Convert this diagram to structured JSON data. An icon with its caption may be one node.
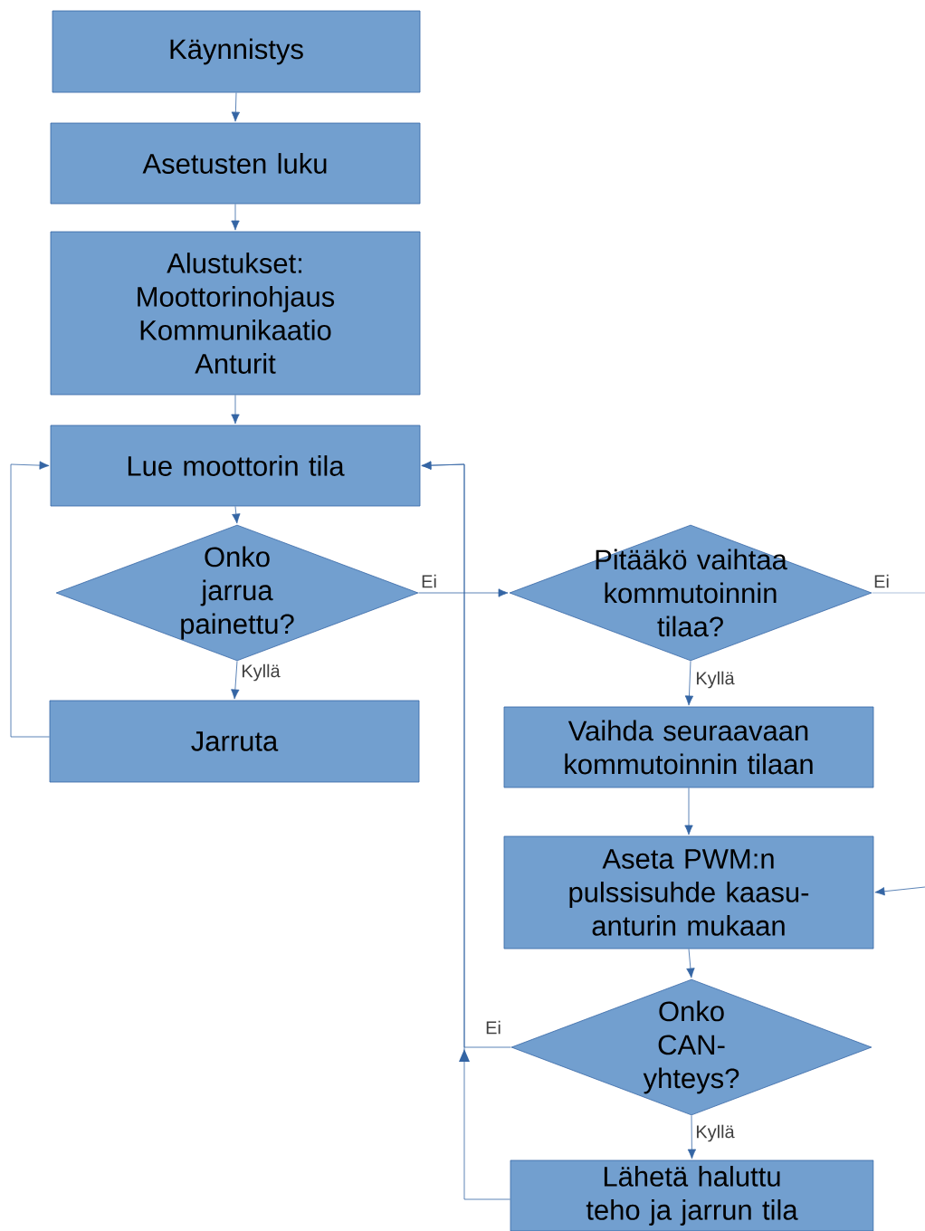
{
  "diagram": {
    "nodes": [
      {
        "text": [
          "Käynnistys"
        ]
      },
      {
        "text": [
          "Asetusten luku"
        ]
      },
      {
        "text": [
          "Alustukset: Moottorinohjaus Kommunikaatio Anturit"
        ]
      },
      {
        "text": [
          "Lue moottorin tila"
        ]
      },
      {
        "text": [
          "Onko jarrua painettu?"
        ]
      },
      {
        "text": [
          "Jarruta"
        ]
      },
      {
        "text": [
          "Pitääkö vaihtaa kommutoinnin tilaa?"
        ]
      },
      {
        "text": [
          "Vaihda seuraavaan kommutoinnin tilaan"
        ]
      },
      {
        "text": [
          "Aseta PWM:n pulssisuhde kaasu-anturin mukaan"
        ]
      },
      {
        "text": [
          "Onko CAN-yhteys?"
        ]
      },
      {
        "text": [
          "Lähetä haluttu teho ja jarrun tila"
        ]
      }
    ],
    "edges": [
      {
        "from": 0,
        "to": 1,
        "arrow": "to"
      },
      {
        "from": 1,
        "to": 2,
        "arrow": "to"
      },
      {
        "from": 2,
        "to": 3,
        "arrow": "to"
      },
      {
        "from": 3,
        "to": 4,
        "arrow": "to"
      },
      {
        "from": 4,
        "to": 5,
        "arrow": "to",
        "label": "Kyllä"
      },
      {
        "from": 5,
        "to": 3,
        "arrow": "to"
      },
      {
        "from": 4,
        "to": 6,
        "arrow": "to",
        "label": "Ei"
      },
      {
        "from": 6,
        "to": null,
        "arrow": "none",
        "label": "Ei"
      },
      {
        "from": 6,
        "to": 7,
        "arrow": "to",
        "label": "Kyllä"
      },
      {
        "from": 7,
        "to": 8,
        "arrow": "to"
      },
      {
        "from": null,
        "to": 8,
        "arrow": "to"
      },
      {
        "from": 8,
        "to": 9,
        "arrow": "to"
      },
      {
        "from": 9,
        "to": 10,
        "arrow": "to",
        "label": "Kyllä"
      },
      {
        "from": 9,
        "to": 3,
        "arrow": "to",
        "label": "Ei"
      },
      {
        "from": 10,
        "to": 3,
        "arrow": "to"
      }
    ]
  }
}
